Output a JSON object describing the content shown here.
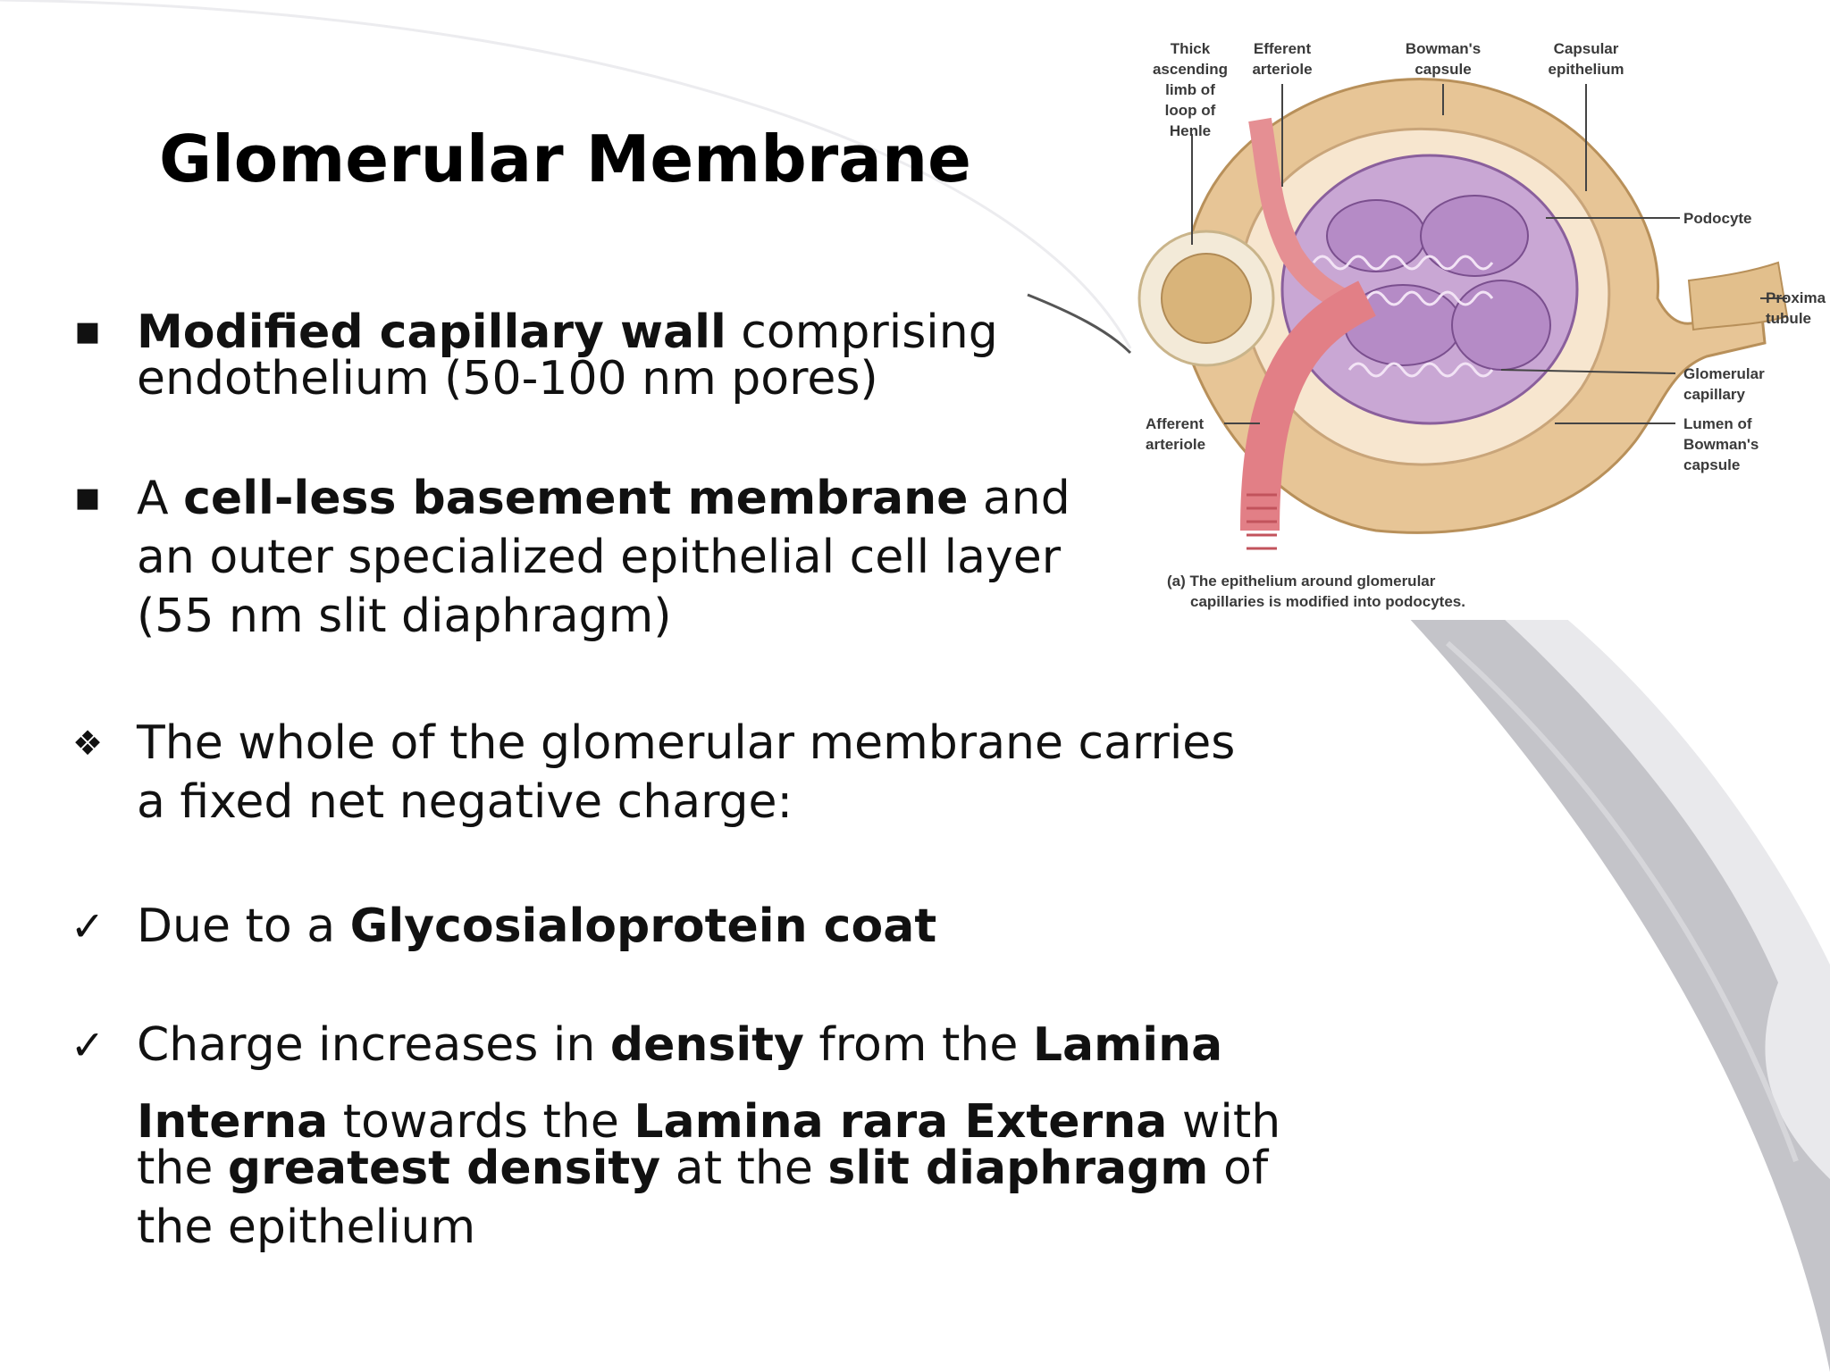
{
  "slide": {
    "title": "Glomerular Membrane",
    "colors": {
      "swoosh_grey": "#bfbfc4",
      "swoosh_light": "#e9e9ec"
    }
  },
  "bullets": [
    {
      "marker": "square",
      "lines": [
        [
          {
            "t": "Modified capillary wall",
            "b": true
          },
          {
            "t": " comprising",
            "b": false
          }
        ],
        [
          {
            "t": "endothelium (50-100 nm pores)",
            "b": false
          }
        ]
      ]
    },
    {
      "marker": "square",
      "lines": [
        [
          {
            "t": "A ",
            "b": false
          },
          {
            "t": "cell-less basement membrane",
            "b": true
          },
          {
            "t": " and",
            "b": false
          }
        ],
        [
          {
            "t": "an outer specialized epithelial cell layer",
            "b": false
          }
        ],
        [
          {
            "t": "(55 nm slit diaphragm)",
            "b": false
          }
        ]
      ]
    },
    {
      "marker": "diamond",
      "lines": [
        [
          {
            "t": "The whole of the glomerular membrane carries",
            "b": false
          }
        ],
        [
          {
            "t": "a fixed net negative charge:",
            "b": false
          }
        ]
      ]
    },
    {
      "marker": "check",
      "lines": [
        [
          {
            "t": "Due to a ",
            "b": false
          },
          {
            "t": "Glycosialoprotein coat",
            "b": true
          }
        ]
      ]
    },
    {
      "marker": "check",
      "lines": [
        [
          {
            "t": "Charge increases in ",
            "b": false
          },
          {
            "t": "density",
            "b": true
          },
          {
            "t": " from the ",
            "b": false
          },
          {
            "t": "Lamina",
            "b": true
          }
        ],
        [
          {
            "t": "Interna",
            "b": true
          },
          {
            "t": " towards the ",
            "b": false
          },
          {
            "t": "Lamina rara Externa",
            "b": true
          },
          {
            "t": " with",
            "b": false
          }
        ],
        [
          {
            "t": "the ",
            "b": false
          },
          {
            "t": "greatest density",
            "b": true
          },
          {
            "t": " at the ",
            "b": false
          },
          {
            "t": "slit diaphragm",
            "b": true
          },
          {
            "t": " of",
            "b": false
          }
        ],
        [
          {
            "t": "the epithelium",
            "b": false
          }
        ]
      ]
    }
  ],
  "figure": {
    "labels": {
      "thick_ascending": [
        "Thick",
        "ascending",
        "limb of",
        "loop of",
        "Henle"
      ],
      "efferent": [
        "Efferent",
        "arteriole"
      ],
      "bowmans": [
        "Bowman's",
        "capsule"
      ],
      "capsular": [
        "Capsular",
        "epithelium"
      ],
      "podocyte": [
        "Podocyte"
      ],
      "proximal": [
        "Proxima",
        "tubule"
      ],
      "glomerular": [
        "Glomerular",
        "capillary"
      ],
      "lumen": [
        "Lumen of",
        "Bowman's",
        "capsule"
      ],
      "afferent": [
        "Afferent",
        "arteriole"
      ]
    },
    "caption": [
      "(a) The epithelium around glomerular",
      "capillaries is modified into podocytes."
    ]
  }
}
